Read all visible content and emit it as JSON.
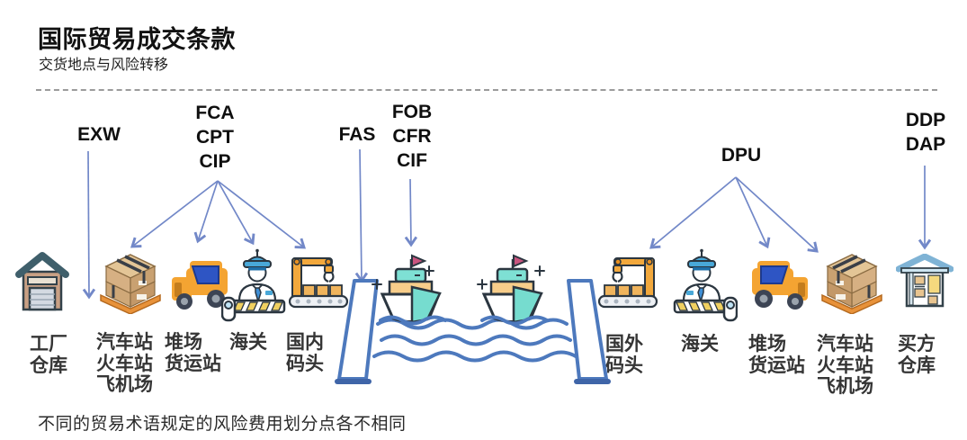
{
  "header": {
    "title": "国际贸易成交条款",
    "subtitle": "交货地点与风险转移"
  },
  "terms": {
    "exw": "EXW",
    "fca_group": "FCA\nCPT\nCIP",
    "fas": "FAS",
    "fob_group": "FOB\nCFR\nCIF",
    "dpu": "DPU",
    "ddp_group": "DDP\nDAP"
  },
  "locations": {
    "factory": "工厂\n仓库",
    "station_left": "汽车站\n火车站\n飞机场",
    "yard_left": "堆场\n货运站",
    "customs_left": "海关",
    "dock_domestic": "国内\n码头",
    "dock_foreign": "国外\n码头",
    "customs_right": "海关",
    "yard_right": "堆场\n货运站",
    "station_right": "汽车站\n火车站\n飞机场",
    "buyer": "买方\n仓库"
  },
  "footer": {
    "note": "不同的贸易术语规定的风险费用划分点各不相同"
  },
  "colors": {
    "arrow_blue": "#7288c8",
    "wave_blue": "#4d79bd",
    "ship_teal": "#76dccf",
    "icon_orange": "#f2a23c",
    "cap_blue": "#49a8d8",
    "roof_teal": "#3f5f6b",
    "warehouse_roof_blue": "#7fb3d5",
    "text_dark": "#121212"
  }
}
